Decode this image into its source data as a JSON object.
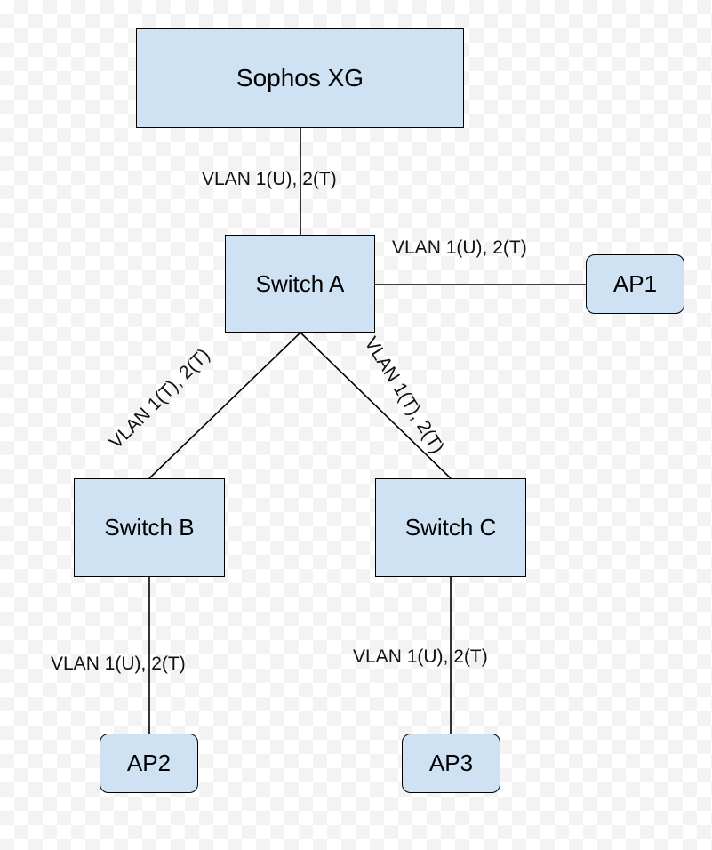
{
  "diagram": {
    "fill_color": "#cfe2f3",
    "stroke_color": "#000000",
    "nodes": {
      "sophos": "Sophos XG",
      "switch_a": "Switch A",
      "ap1": "AP1",
      "switch_b": "Switch B",
      "switch_c": "Switch C",
      "ap2": "AP2",
      "ap3": "AP3"
    },
    "links": {
      "sophos_switch_a": "VLAN 1(U), 2(T)",
      "switch_a_ap1": "VLAN 1(U), 2(T)",
      "switch_a_switch_b": "VLAN 1(T), 2(T)",
      "switch_a_switch_c": "VLAN 1(T), 2(T)",
      "switch_b_ap2": "VLAN 1(U), 2(T)",
      "switch_c_ap3": "VLAN 1(U), 2(T)"
    }
  }
}
